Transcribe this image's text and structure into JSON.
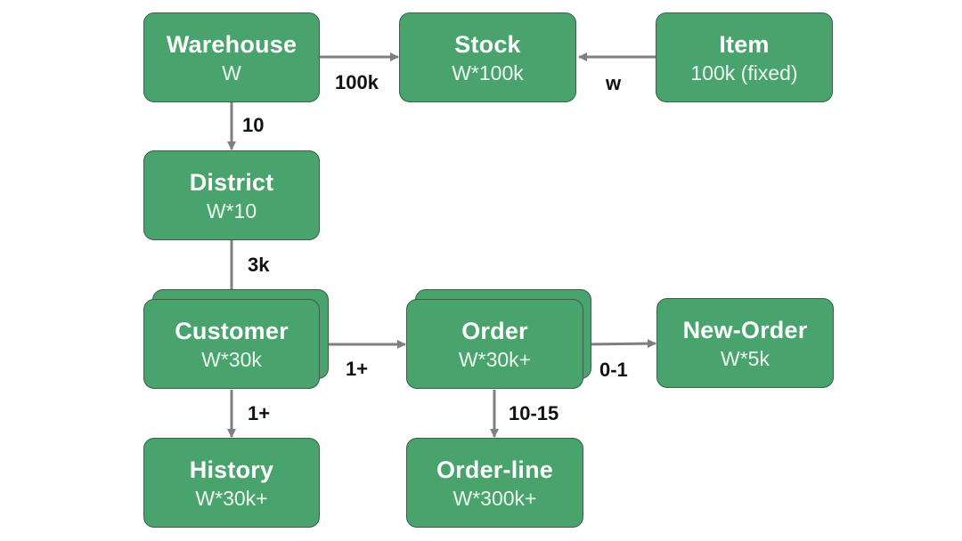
{
  "nodes": {
    "warehouse": {
      "title": "Warehouse",
      "sub": "W"
    },
    "stock": {
      "title": "Stock",
      "sub": "W*100k"
    },
    "item": {
      "title": "Item",
      "sub": "100k (fixed)"
    },
    "district": {
      "title": "District",
      "sub": "W*10"
    },
    "customer": {
      "title": "Customer",
      "sub": "W*30k"
    },
    "order": {
      "title": "Order",
      "sub": "W*30k+"
    },
    "new_order": {
      "title": "New-Order",
      "sub": "W*5k"
    },
    "history": {
      "title": "History",
      "sub": "W*30k+"
    },
    "order_line": {
      "title": "Order-line",
      "sub": "W*300k+"
    }
  },
  "edges": {
    "warehouse_stock": "100k",
    "item_stock": "w",
    "warehouse_district": "10",
    "district_customer": "3k",
    "customer_order": "1+",
    "order_new_order": "0-1",
    "customer_history": "1+",
    "order_order_line": "10-15"
  },
  "colors": {
    "node_fill": "#49a36d",
    "node_border": "#3a5e48",
    "arrow": "#7f7f7f"
  }
}
